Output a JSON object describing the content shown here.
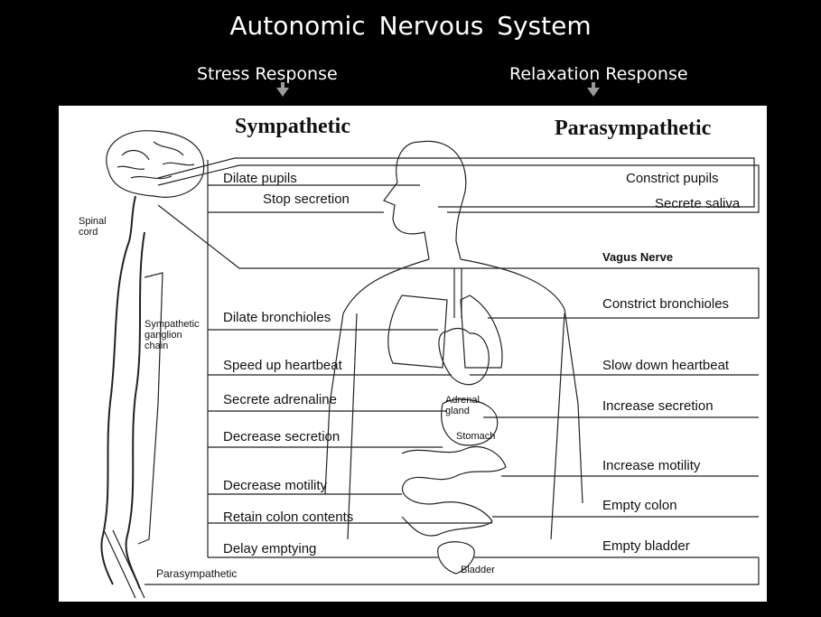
{
  "slide": {
    "title": "Autonomic  Nervous  System",
    "left_header": "Stress Response",
    "right_header": "Relaxation Response"
  },
  "diagram": {
    "sympathetic_heading": "Sympathetic",
    "parasympathetic_heading": "Parasympathetic",
    "sympathetic_effects": [
      "Dilate pupils",
      "Stop secretion",
      "Dilate bronchioles",
      "Speed up heartbeat",
      "Secrete adrenaline",
      "Decrease secretion",
      "Decrease motility",
      "Retain colon contents",
      "Delay emptying"
    ],
    "parasympathetic_effects": [
      "Constrict pupils",
      "Secrete saliva",
      "Constrict bronchioles",
      "Slow down heartbeat",
      "Increase secretion",
      "Increase motility",
      "Empty colon",
      "Empty bladder"
    ],
    "labels": {
      "spinal_cord": "Spinal\ncord",
      "ganglion_chain": "Sympathetic\nganglion\nchain",
      "vagus_nerve": "Vagus Nerve",
      "adrenal_gland": "Adrenal\ngland",
      "stomach": "Stomach",
      "bladder": "Bladder",
      "parasympathetic_bottom": "Parasympathetic"
    }
  },
  "colors": {
    "background": "#000000",
    "panel": "#ffffff",
    "text": "#111111",
    "arrow": "#9a9a9a"
  }
}
